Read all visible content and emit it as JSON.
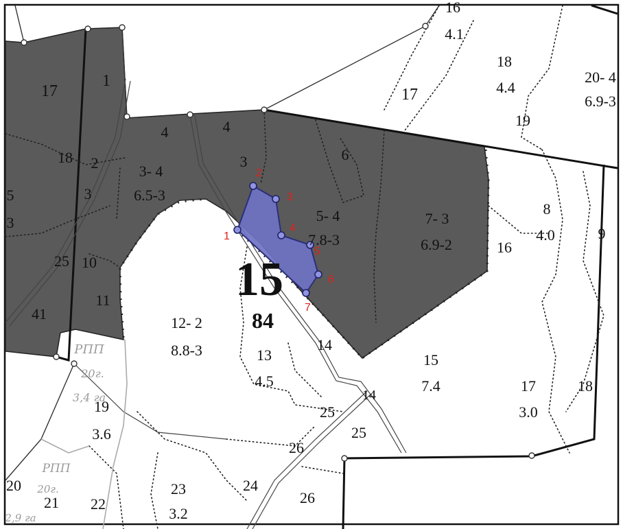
{
  "map": {
    "quarter_number": "15",
    "quarter_area": "84",
    "polygon": {
      "fill_color": "#6f73c4",
      "stroke_color": "#2b2f7a",
      "vertex_labels": [
        "1",
        "2",
        "3",
        "4",
        "5",
        "6",
        "7"
      ]
    },
    "colors": {
      "shaded_area": "#5a5a5a",
      "vertex_label": "#e0201c"
    },
    "stand_labels": {
      "s16_top": "16",
      "s16_top_val": "4.1",
      "s17_left": "17",
      "s1": "1",
      "s18_top": "18",
      "s18_top_val": "4.4",
      "s20": "20- 4",
      "s20_val": "6.9-3",
      "s17_mid": "17",
      "s19_right": "19",
      "s4a": "4",
      "s4b": "4",
      "s3_small": "3",
      "s6": "6",
      "s18_left": "18",
      "s2": "2",
      "s3_4": "3- 4",
      "s3_4_val": "6.5-3",
      "s5_edge": "5",
      "s3_edge": "3",
      "s3_left": "3",
      "s5_4": "5- 4",
      "s5_4_val": "7.8-3",
      "s7_3": "7- 3",
      "s7_3_val": "6.9-2",
      "s8": "8",
      "s8_val": "4.0",
      "s9": "9",
      "s16_mid": "16",
      "s25": "25",
      "s10": "10",
      "s11": "11",
      "s41": "41",
      "s12_2": "12- 2",
      "s12_2_val": "8.8-3",
      "s13": "13",
      "s13_val": "4.5",
      "s14_a": "14",
      "s15": "15",
      "s15_val": "7.4",
      "s17_lower": "17",
      "s17_lower_val": "3.0",
      "s18_lower": "18",
      "s19_lower": "19",
      "s19_lower_val": "3.6",
      "s14_b": "14",
      "s25_b": "25",
      "s25_c": "25",
      "s26_a": "26",
      "s24": "24",
      "s26_b": "26",
      "s23": "23",
      "s23_val": "3.2",
      "s20_edge": "20",
      "s21": "21",
      "s22": "22"
    },
    "handwritten": {
      "rpp_top": "РПП",
      "rpp_top_2": "20г.",
      "rpp_top_3": "3,4 га",
      "rpp_bottom": "РПП",
      "rpp_bottom_2": "20г.",
      "rpp_bottom_3": "2,9 га"
    }
  }
}
